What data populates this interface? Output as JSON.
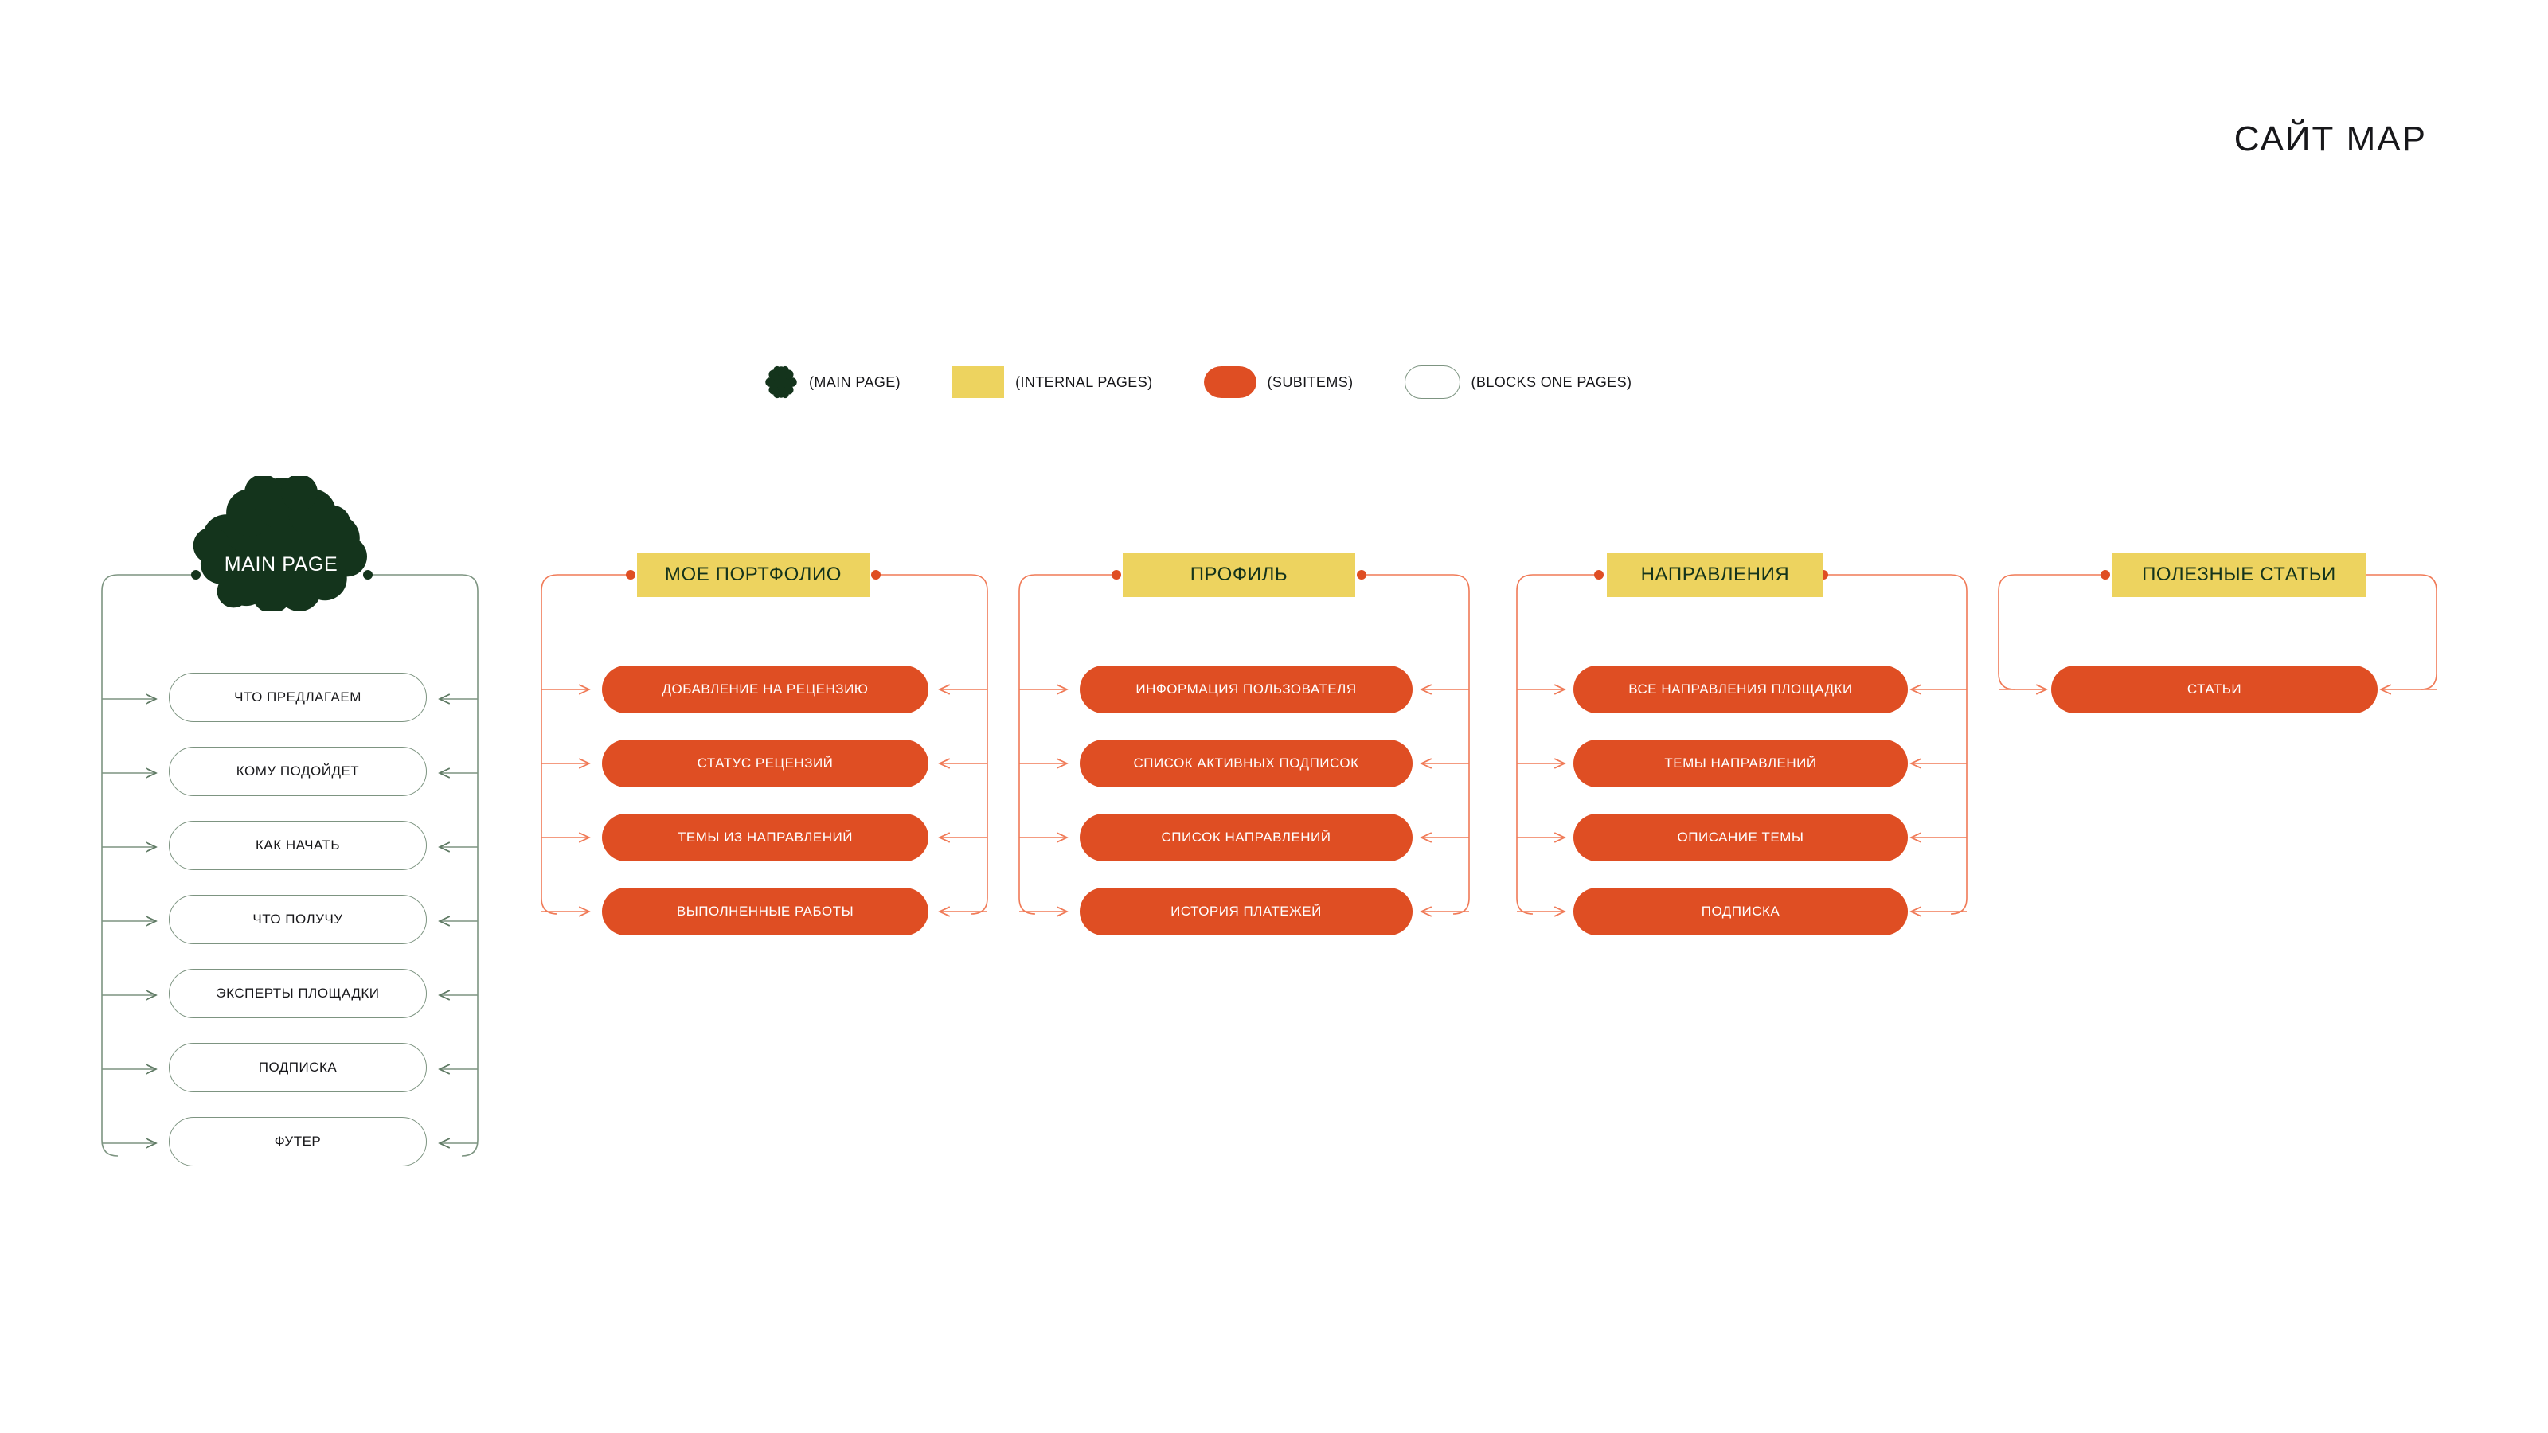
{
  "page": {
    "title": "САЙТ МАР",
    "background": "#ffffff"
  },
  "colors": {
    "green": "#14341c",
    "green_line": "#7d9481",
    "yellow": "#EDD35F",
    "orange": "#DF4E23",
    "orange_line": "#F07A57",
    "text_dark": "#17171a",
    "text_light": "#ffffff"
  },
  "legend": {
    "items": [
      {
        "icon": "flower-icon",
        "shape": "flower",
        "color": "#14341c",
        "label": "(MAIN PAGE)"
      },
      {
        "icon": "rect-icon",
        "shape": "rect",
        "color": "#EDD35F",
        "label": "(INTERNAL PAGES)"
      },
      {
        "icon": "pill-icon",
        "shape": "pill",
        "color": "#DF4E23",
        "label": "(SUBITEMS)"
      },
      {
        "icon": "outline-pill-icon",
        "shape": "outline-pill",
        "color": "#ffffff",
        "label": "(BLOCKS ONE PAGES)"
      }
    ]
  },
  "columns": [
    {
      "id": "main-page",
      "header": {
        "label": "MAIN PAGE",
        "type": "flower"
      },
      "item_style": "outline",
      "items": [
        {
          "label": "ЧТО ПРЕДЛАГАЕМ"
        },
        {
          "label": "КОМУ ПОДОЙДЕТ"
        },
        {
          "label": "КАК НАЧАТЬ"
        },
        {
          "label": "ЧТО ПОЛУЧУ"
        },
        {
          "label": "ЭКСПЕРТЫ ПЛОЩАДКИ"
        },
        {
          "label": "ПОДПИСКА"
        },
        {
          "label": "ФУТЕР"
        }
      ]
    },
    {
      "id": "portfolio",
      "header": {
        "label": "МОЕ ПОРТФОЛИО",
        "type": "box"
      },
      "item_style": "solid",
      "items": [
        {
          "label": "ДОБАВЛЕНИЕ НА РЕЦЕНЗИЮ"
        },
        {
          "label": "СТАТУС РЕЦЕНЗИЙ"
        },
        {
          "label": "ТЕМЫ ИЗ НАПРАВЛЕНИЙ"
        },
        {
          "label": "ВЫПОЛНЕННЫЕ РАБОТЫ"
        }
      ]
    },
    {
      "id": "profile",
      "header": {
        "label": "ПРОФИЛЬ",
        "type": "box"
      },
      "item_style": "solid",
      "items": [
        {
          "label": "ИНФОРМАЦИЯ ПОЛЬЗОВАТЕЛЯ"
        },
        {
          "label": "СПИСОК АКТИВНЫХ ПОДПИСОК"
        },
        {
          "label": "СПИСОК НАПРАВЛЕНИЙ"
        },
        {
          "label": "ИСТОРИЯ ПЛАТЕЖЕЙ"
        }
      ]
    },
    {
      "id": "directions",
      "header": {
        "label": "НАПРАВЛЕНИЯ",
        "type": "box"
      },
      "item_style": "solid",
      "items": [
        {
          "label": "ВСЕ НАПРАВЛЕНИЯ ПЛОЩАДКИ"
        },
        {
          "label": "ТЕМЫ НАПРАВЛЕНИЙ"
        },
        {
          "label": "ОПИСАНИЕ ТЕМЫ"
        },
        {
          "label": "ПОДПИСКА"
        }
      ]
    },
    {
      "id": "articles",
      "header": {
        "label": "ПОЛЕЗНЫЕ СТАТЬИ",
        "type": "box"
      },
      "item_style": "solid",
      "items": [
        {
          "label": "СТАТЬИ"
        }
      ]
    }
  ]
}
